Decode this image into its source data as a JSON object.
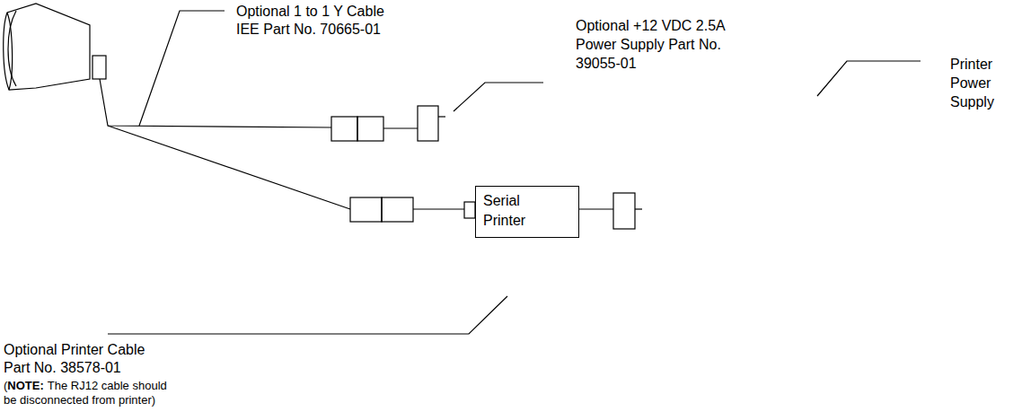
{
  "diagram": {
    "nodes": [
      {
        "text": [
          "Serial Printer"
        ]
      }
    ],
    "labels": [
      "Optional 1 to 1 Y Cable",
      "IEE Part No. 70665-01",
      "Optional +12 VDC 2.5A",
      "Power Supply Part No.",
      "39055-01",
      "Printer",
      "Power",
      "Supply",
      "Optional Printer Cable",
      "Part No. 38578-01",
      "(",
      "NOTE:",
      "The RJ12 cable should",
      "be disconnected from printer)"
    ]
  }
}
